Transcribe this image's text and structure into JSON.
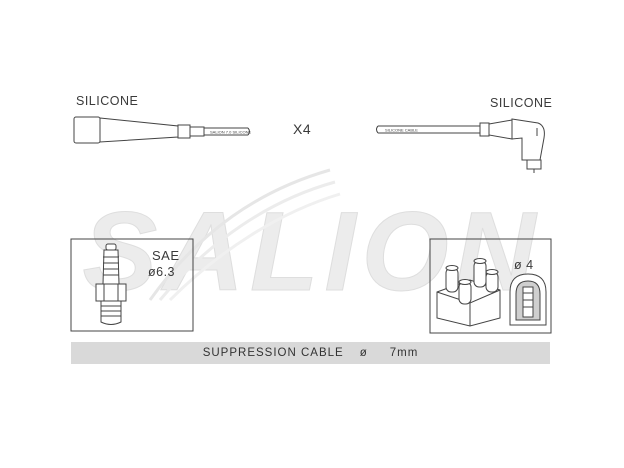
{
  "labels": {
    "left_material": "SILICONE",
    "right_material": "SILICONE",
    "quantity": "X4",
    "left_cable_print": "SALION 7.0 SILICONE",
    "right_cable_print": "SILICONE CABLE",
    "plug_standard": "SAE",
    "plug_diameter": "ø6.3",
    "coil_diameter": "ø 4"
  },
  "watermark": {
    "text": "SALION",
    "color": "#e9e9e9"
  },
  "caption": {
    "text": "SUPPRESSION CABLE",
    "symbol": "ø",
    "value": "7mm"
  },
  "colors": {
    "line": "#444444",
    "fill": "#ffffff",
    "shade": "#cfcfcf",
    "bar": "#d9d9d9"
  }
}
